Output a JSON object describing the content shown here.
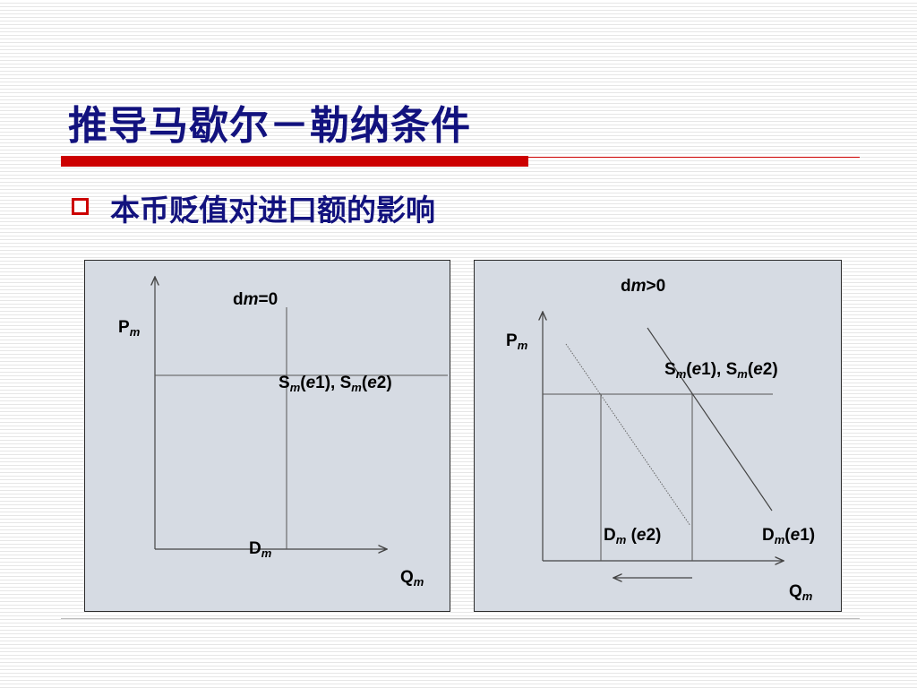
{
  "slide": {
    "title": "推导马歇尔－勒纳条件",
    "bullet": "本币贬值对进口额的影响"
  },
  "left_panel": {
    "condition_prefix": "d",
    "condition_var": "m",
    "condition_suffix": "=0",
    "p_axis_main": "P",
    "p_axis_sub": "m",
    "q_axis_main": "Q",
    "q_axis_sub": "m",
    "supply": {
      "s": "S",
      "m": "m",
      "e1_open": "(",
      "e": "e",
      "e1_close": "1), ",
      "e2_open": "(",
      "e2_close": "2)"
    },
    "demand_main": "D",
    "demand_sub": "m"
  },
  "right_panel": {
    "condition_prefix": "d",
    "condition_var": "m",
    "condition_suffix": ">0",
    "p_axis_main": "P",
    "p_axis_sub": "m",
    "q_axis_main": "Q",
    "q_axis_sub": "m",
    "supply": {
      "s": "S",
      "m": "m",
      "e1_open": "(",
      "e": "e",
      "e1_close": "1), ",
      "e2_open": "(",
      "e2_close": "2)"
    },
    "demand_e2": {
      "main": "D",
      "sub": "m",
      "open": " (",
      "e": "e",
      "close": "2)"
    },
    "demand_e1": {
      "main": "D",
      "sub": "m",
      "open": "(",
      "e": "e",
      "close": "1)"
    }
  },
  "colors": {
    "title_text": "#12127e",
    "accent_red": "#cc0000",
    "panel_fill": "#d6dbe3"
  }
}
